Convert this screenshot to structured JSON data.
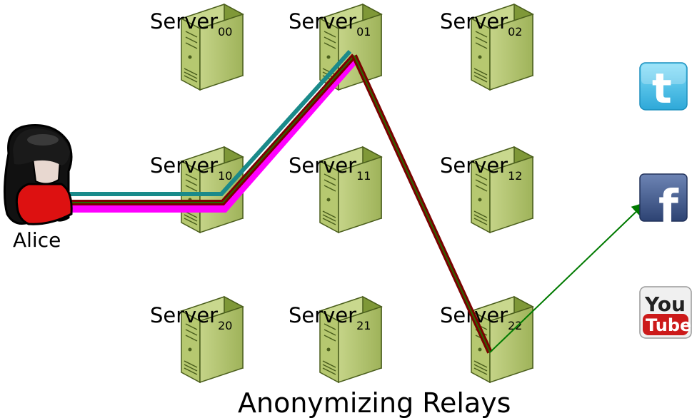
{
  "caption": "Anonymizing Relays",
  "alice": {
    "label": "Alice"
  },
  "servers": [
    {
      "id": "00",
      "label": "Server",
      "sub": "00"
    },
    {
      "id": "01",
      "label": "Server",
      "sub": "01"
    },
    {
      "id": "02",
      "label": "Server",
      "sub": "02"
    },
    {
      "id": "10",
      "label": "Server",
      "sub": "10"
    },
    {
      "id": "11",
      "label": "Server",
      "sub": "11"
    },
    {
      "id": "12",
      "label": "Server",
      "sub": "12"
    },
    {
      "id": "20",
      "label": "Server",
      "sub": "20"
    },
    {
      "id": "21",
      "label": "Server",
      "sub": "21"
    },
    {
      "id": "22",
      "label": "Server",
      "sub": "22"
    }
  ],
  "services": [
    {
      "name": "twitter",
      "icon": "twitter-icon",
      "text": "t"
    },
    {
      "name": "facebook",
      "icon": "facebook-icon",
      "text": "f"
    },
    {
      "name": "youtube",
      "icon": "youtube-icon",
      "text_top": "You",
      "text_bottom": "Tube"
    }
  ],
  "colors": {
    "server_body": "#a8bb62",
    "server_dark": "#6e8a2e",
    "path_magenta": "#ff00ff",
    "path_teal": "#1a8a8a",
    "path_darkred": "#7a0000",
    "path_green": "#2a6a00",
    "arrow": "#007a00",
    "twitter": "#48c4ee",
    "facebook": "#3b5998",
    "youtube": "#cc1a1a"
  }
}
